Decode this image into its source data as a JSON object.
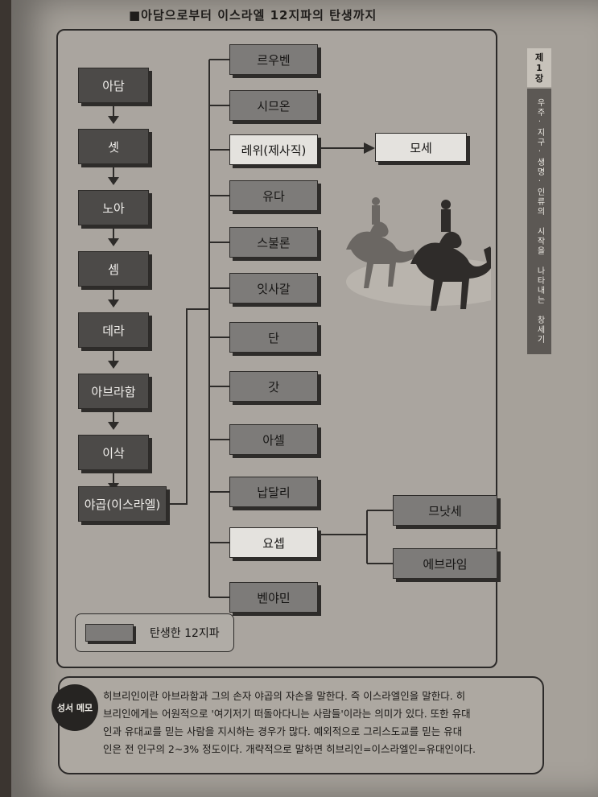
{
  "title": "■아담으로부터 이스라엘 12지파의 탄생까지",
  "lineage": [
    "아담",
    "셋",
    "노아",
    "셈",
    "데라",
    "아브라함",
    "이삭",
    "야곱(이스라엘)"
  ],
  "tribes": [
    {
      "label": "르우벤",
      "style": "mid"
    },
    {
      "label": "시므온",
      "style": "mid"
    },
    {
      "label": "레위(제사직)",
      "style": "light"
    },
    {
      "label": "유다",
      "style": "mid"
    },
    {
      "label": "스불론",
      "style": "mid"
    },
    {
      "label": "잇사갈",
      "style": "mid"
    },
    {
      "label": "단",
      "style": "mid"
    },
    {
      "label": "갓",
      "style": "mid"
    },
    {
      "label": "아셀",
      "style": "mid"
    },
    {
      "label": "납달리",
      "style": "mid"
    },
    {
      "label": "요셉",
      "style": "light"
    },
    {
      "label": "벤야민",
      "style": "mid"
    }
  ],
  "levi_child": "모세",
  "joseph_children": [
    "므낫세",
    "에브라임"
  ],
  "legend_label": "탄생한 12지파",
  "side_tab": {
    "chapter": [
      "제",
      "1",
      "장"
    ],
    "subtitle": "우주·지구·생명·인류의 시작을 나타내는 창세기"
  },
  "memo": {
    "badge": "성서 메모",
    "lines": [
      "히브리인이란 아브라함과 그의 손자 야곱의 자손을 말한다. 즉 이스라엘인을 말한다. 히",
      "브리인에게는 어원적으로 '여기저기 떠돌아다니는 사람들'이라는 의미가 있다. 또한 유대",
      "인과 유대교를 믿는 사람을 지시하는 경우가 많다. 예외적으로 그리스도교를 믿는 유대",
      "인은 전 인구의 2~3% 정도이다. 개략적으로 말하면 히브리인=이스라엘인=유대인이다."
    ]
  }
}
